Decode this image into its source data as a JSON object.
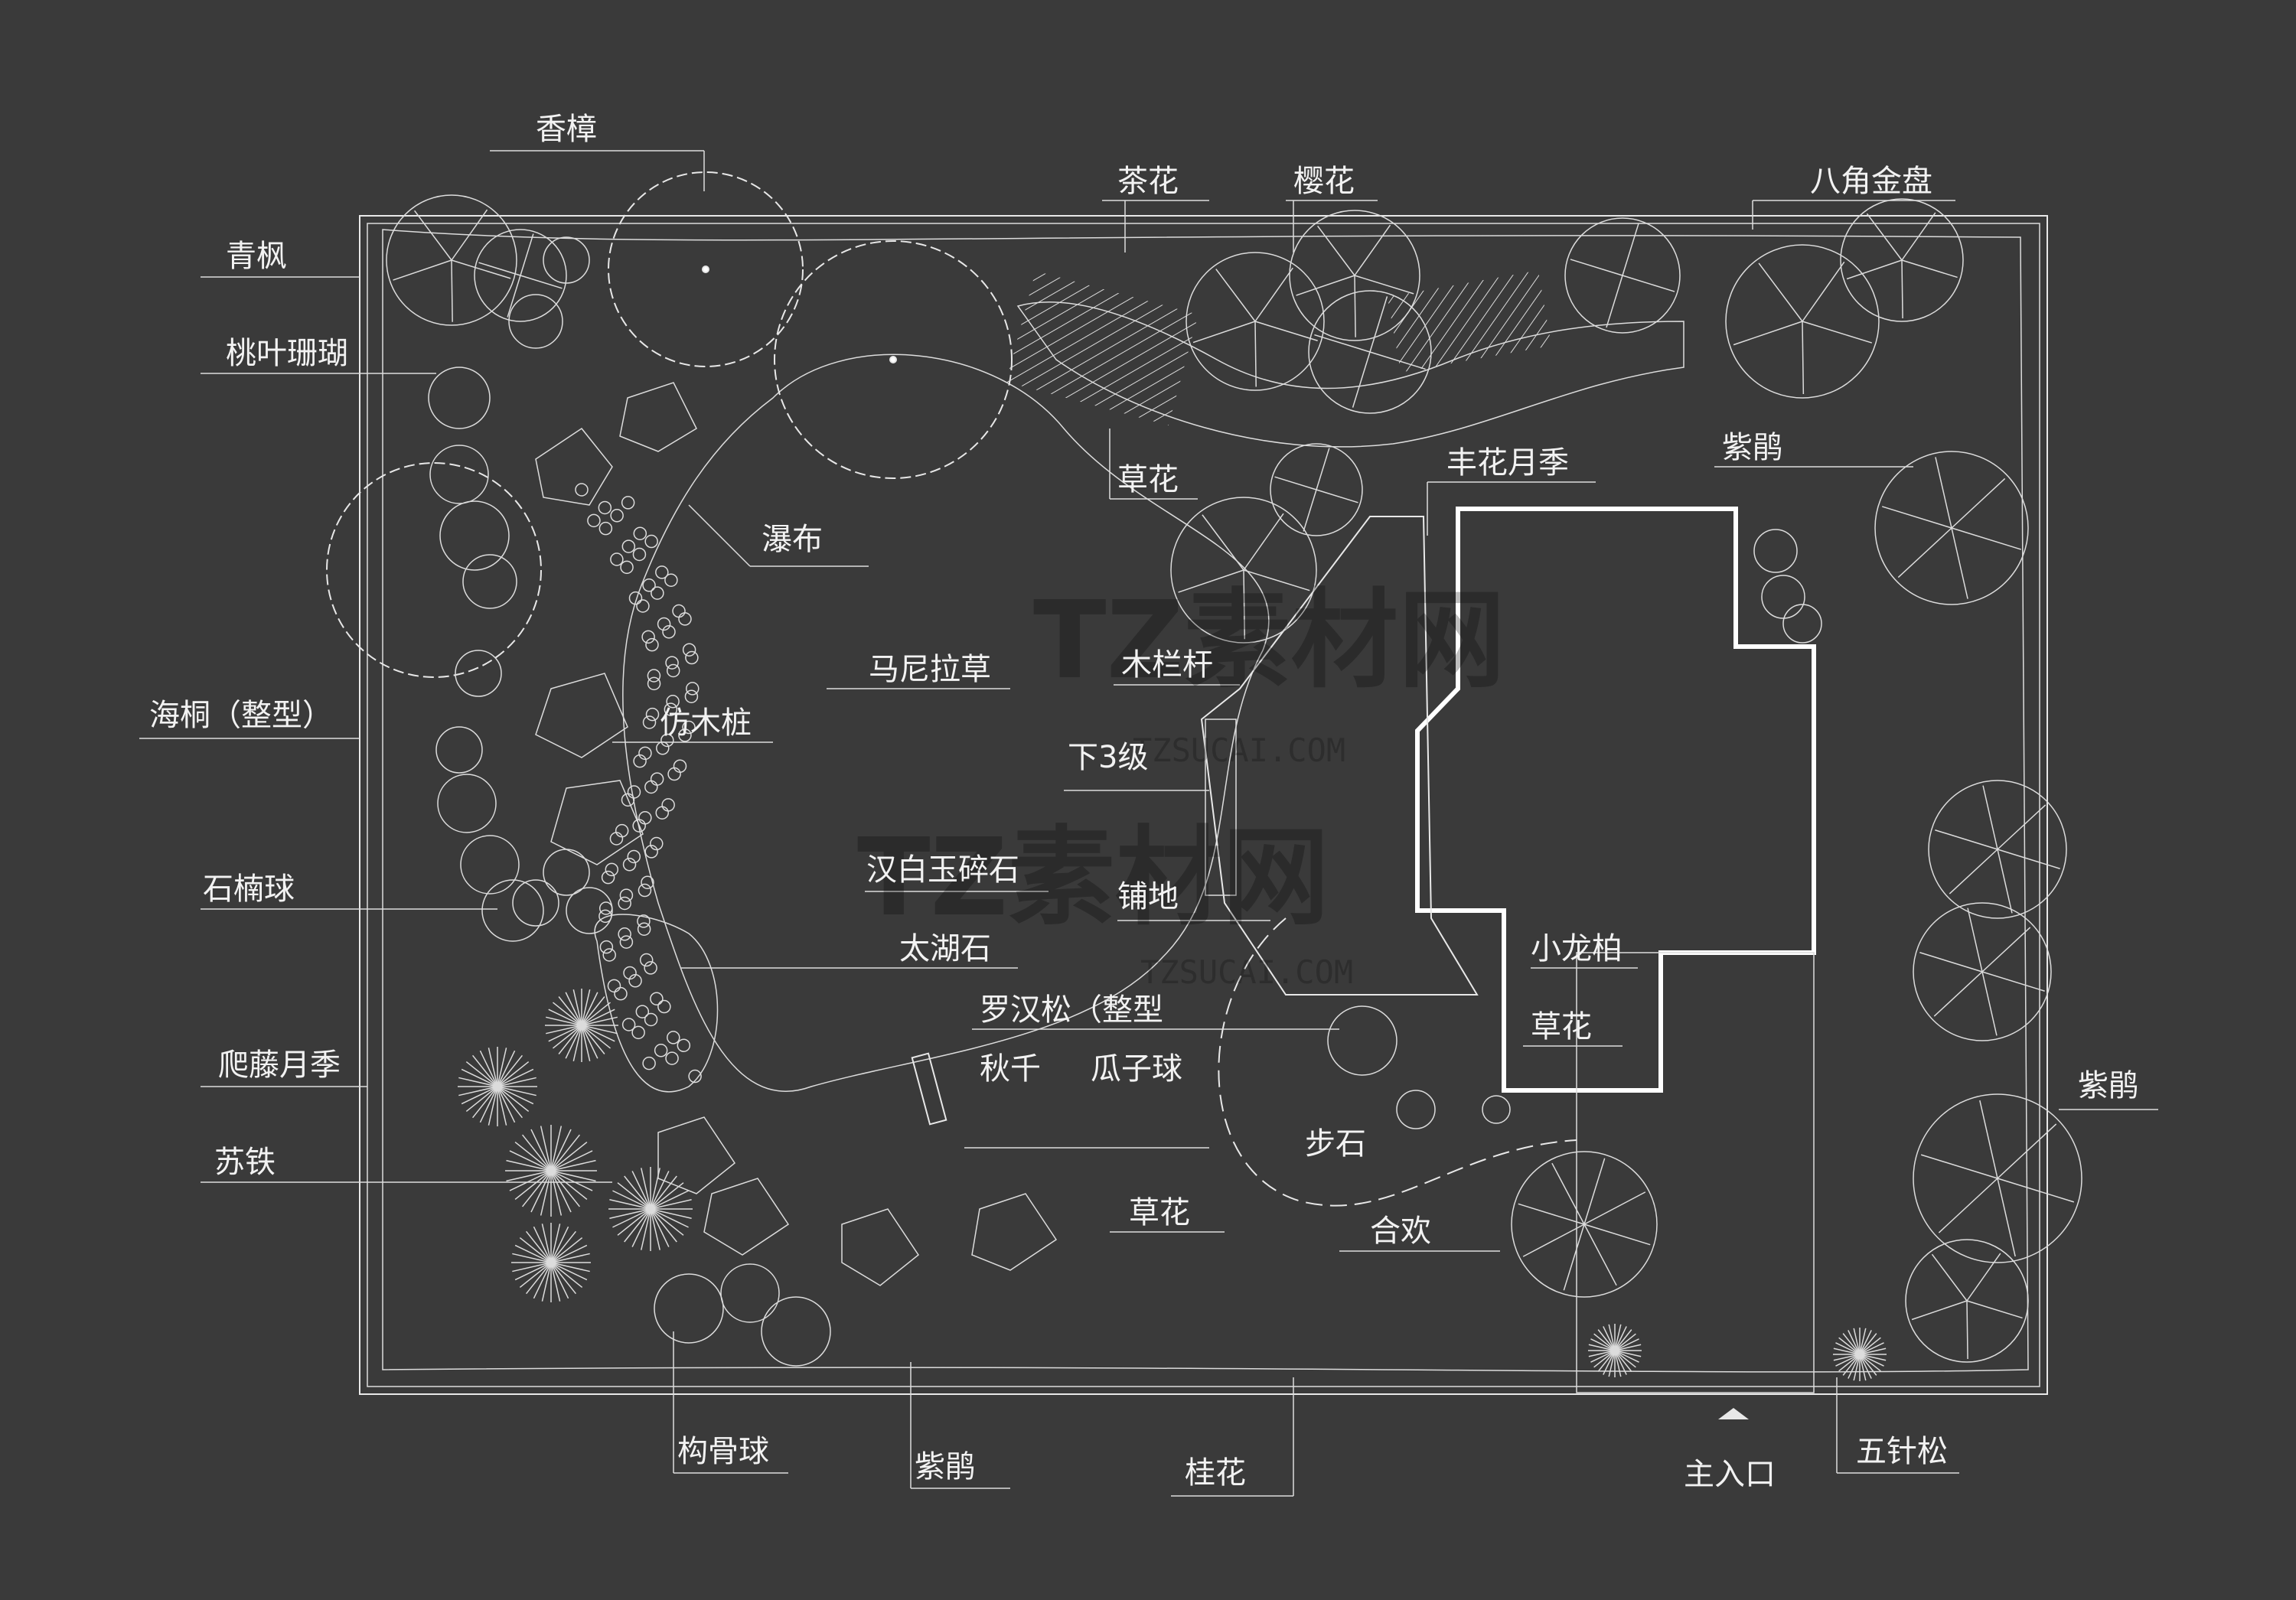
{
  "labels": {
    "xiangzhang": "香樟",
    "chahua": "茶花",
    "yinghua": "樱花",
    "bajiao_jinpan": "八角金盘",
    "qingfeng": "青枫",
    "taoye_shanhu": "桃叶珊瑚",
    "caohua_top": "草花",
    "fenghua_yueji": "丰花月季",
    "zijuan_top": "紫鹃",
    "pubu": "瀑布",
    "manila_cao": "马尼拉草",
    "mulangan": "木栏杆",
    "haitong": "海桐（整型）",
    "fangmuzhuang": "仿木桩",
    "xia3ji": "下3级",
    "hanbaiyu": "汉白玉碎石",
    "shinanqiu": "石楠球",
    "pudi": "铺地",
    "taihushi": "太湖石",
    "xiaolongbai": "小龙柏",
    "luohansong": "罗汉松（整型",
    "caohua_mid": "草花",
    "panteng_yueji": "爬藤月季",
    "qiuqian": "秋千",
    "guaziqiu": "瓜子球",
    "zijuan_right": "紫鹃",
    "tiesu": "苏铁",
    "bushi": "步石",
    "caohua_bottom": "草花",
    "hehuan": "合欢",
    "gouguqiu": "构骨球",
    "zijuan_bottom": "紫鹃",
    "guihua": "桂花",
    "zhurukou": "主入口",
    "wuzhensong": "五针松"
  },
  "watermark": {
    "brand": "TZ素材网",
    "url": "TZSUCAI.COM"
  },
  "colors": {
    "background": "#3a3a3a",
    "linework": "#e8e8e8",
    "building": "#ffffff"
  }
}
